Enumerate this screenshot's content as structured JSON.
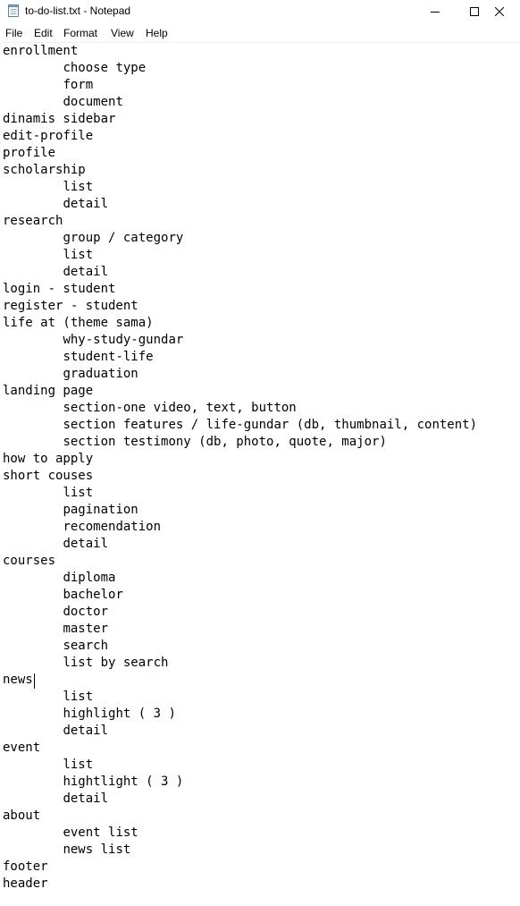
{
  "window": {
    "title": "to-do-list.txt - Notepad",
    "icon": "notepad-icon"
  },
  "menu": {
    "file": "File",
    "edit": "Edit",
    "format": "Format",
    "view": "View",
    "help": "Help"
  },
  "editor": {
    "content": "enrollment\n\tchoose type\n\tform\n\tdocument\ndinamis sidebar\nedit-profile\nprofile\nscholarship\n\tlist\n\tdetail\nresearch\n\tgroup / category\n\tlist\n\tdetail\nlogin - student\nregister - student\nlife at (theme sama)\n\twhy-study-gundar\n\tstudent-life\n\tgraduation\nlanding page\n\tsection-one video, text, button\n\tsection features / life-gundar (db, thumbnail, content)\n\tsection testimony (db, photo, quote, major)\nhow to apply\nshort couses\n\tlist\n\tpagination\n\trecomendation\n\tdetail\ncourses\n\tdiploma\n\tbachelor\n\tdoctor\n\tmaster\n\tsearch\n\tlist by search\nnews\n\tlist\n\thighlight ( 3 )\n\tdetail\nevent\n\tlist\n\thightlight ( 3 )\n\tdetail\nabout\n\tevent list\n\tnews list\nfooter\nheader"
  }
}
